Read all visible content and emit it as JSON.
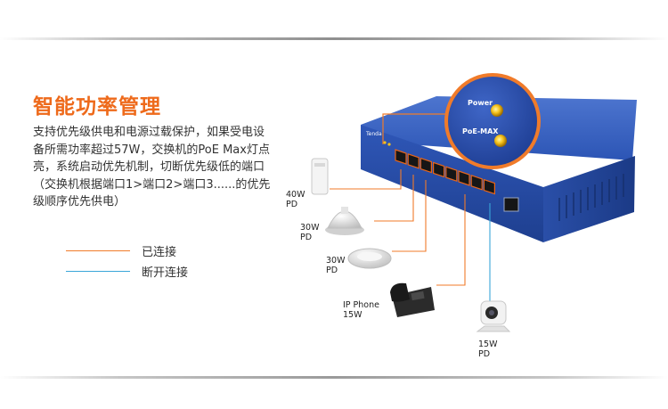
{
  "title": "智能功率管理",
  "description_lines": [
    "支持优先级供电和电源过载保护，如果受电设",
    "备所需功率超过57W，交换机的PoE  Max灯点",
    "亮，系统启动优先机制，切断优先级低的端口",
    "（交换机根据端口1>端口2>端口3......的优先",
    "级顺序优先供电）"
  ],
  "legend": {
    "connected": {
      "label": "已连接",
      "color": "#f07b2a"
    },
    "disconnected": {
      "label": "断开连接",
      "color": "#3aa6d8"
    }
  },
  "switch": {
    "brand": "Tenda",
    "indicators": {
      "power": "Power",
      "poe_max": "PoE-MAX"
    },
    "body_color": "#2a4fb0",
    "port_accent": "#e8661a"
  },
  "devices": [
    {
      "id": "ap-40w",
      "line1": "40W",
      "line2": "PD"
    },
    {
      "id": "ceiling-ap-30w",
      "line1": "30W",
      "line2": "PD"
    },
    {
      "id": "disc-ap-30w",
      "line1": "30W",
      "line2": "PD"
    },
    {
      "id": "ip-phone",
      "line1": "IP Phone",
      "line2": "15W"
    },
    {
      "id": "camera",
      "line1": "15W",
      "line2": "PD"
    }
  ]
}
